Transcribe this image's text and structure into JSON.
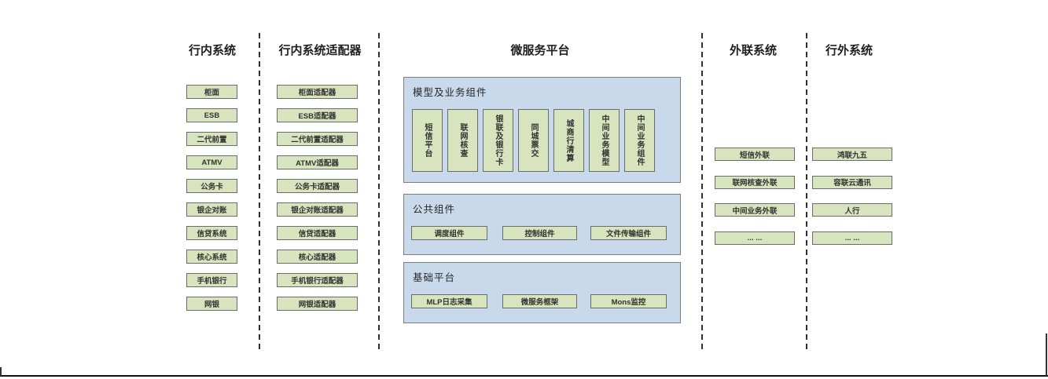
{
  "colors": {
    "box_fill": "#d7e4bd",
    "box_border": "#6b6b6b",
    "panel_fill": "#c9d9ec",
    "panel_border": "#7c7c7c",
    "header_text": "#1f1f1f",
    "box_text": "#323232"
  },
  "columns": [
    {
      "id": "internal-systems",
      "title": "行内系统",
      "items": [
        "柜面",
        "ESB",
        "二代前置",
        "ATMV",
        "公务卡",
        "银企对账",
        "信贷系统",
        "核心系统",
        "手机银行",
        "网银"
      ]
    },
    {
      "id": "internal-adapters",
      "title": "行内系统适配器",
      "items": [
        "柜面适配器",
        "ESB适配器",
        "二代前置适配器",
        "ATMV适配器",
        "公务卡适配器",
        "银企对账适配器",
        "信贷适配器",
        "核心适配器",
        "手机银行适配器",
        "网银适配器"
      ]
    },
    {
      "id": "microservice-platform",
      "title": "微服务平台",
      "panels": [
        {
          "id": "model-business-components",
          "title": "模型及业务组件",
          "items": [
            "短信平台",
            "联网核查",
            "银联及银行卡",
            "同城票交",
            "城商行清算",
            "中间业务模型",
            "中间业务组件"
          ]
        },
        {
          "id": "common-components",
          "title": "公共组件",
          "items": [
            "调度组件",
            "控制组件",
            "文件传输组件"
          ]
        },
        {
          "id": "base-platform",
          "title": "基础平台",
          "items": [
            "MLP日志采集",
            "微服务框架",
            "Mons监控"
          ]
        }
      ]
    },
    {
      "id": "external-link-systems",
      "title": "外联系统",
      "items": [
        "短信外联",
        "联网核查外联",
        "中间业务外联",
        "... ..."
      ]
    },
    {
      "id": "outside-systems",
      "title": "行外系统",
      "items": [
        "鸿联九五",
        "容联云通讯",
        "人行",
        "... ..."
      ]
    }
  ]
}
